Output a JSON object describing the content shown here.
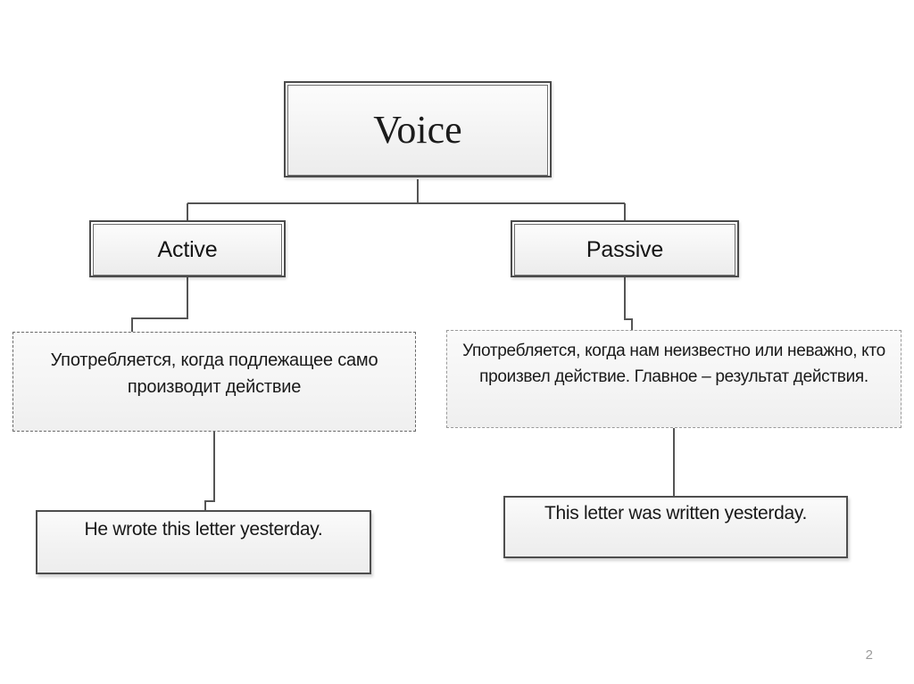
{
  "slide": {
    "page_number": "2",
    "background_color": "#ffffff",
    "line_color": "#555555"
  },
  "diagram": {
    "type": "tree",
    "root": {
      "id": "voice",
      "label": "Voice",
      "style": "double-border",
      "font": "serif"
    },
    "branches": [
      {
        "id": "active",
        "label": "Active",
        "style": "double-border",
        "description": {
          "id": "desc-active",
          "label": "Употребляется, когда подлежащее само производит действие",
          "style": "dash-dot-border"
        },
        "example": {
          "id": "example-active",
          "label": "He wrote this letter yesterday.",
          "style": "single-border"
        }
      },
      {
        "id": "passive",
        "label": "Passive",
        "style": "double-border",
        "description": {
          "id": "desc-passive",
          "label": "Употребляется, когда нам неизвестно или неважно, кто произвел действие. Главное – результат действия.",
          "style": "dash-dot-border"
        },
        "example": {
          "id": "example-passive",
          "label": "This letter was written yesterday.",
          "style": "single-border"
        }
      }
    ]
  }
}
